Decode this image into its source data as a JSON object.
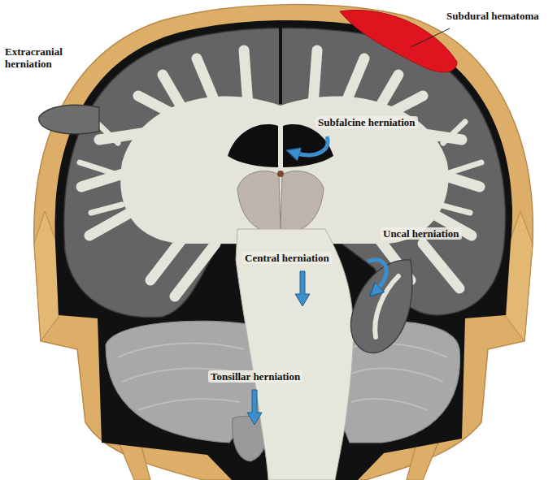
{
  "diagram": {
    "labels": [
      "Subdural hematoma",
      "Extracranial herniation",
      "Subfalcine herniation",
      "Uncal herniation",
      "Central herniation",
      "Tonsillar herniation"
    ]
  }
}
